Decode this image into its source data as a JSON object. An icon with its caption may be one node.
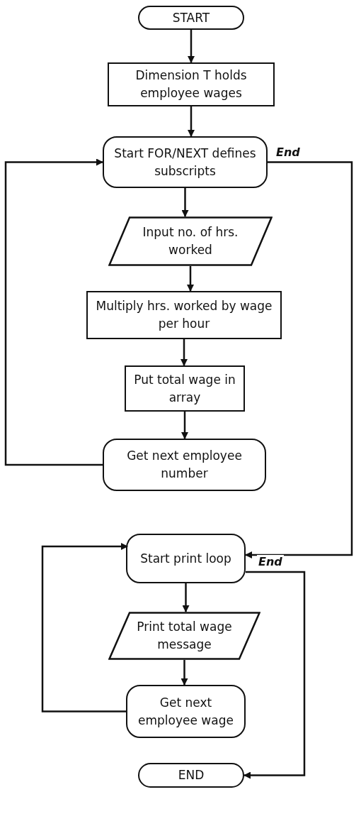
{
  "diagram": {
    "nodes": [
      {
        "text": [
          "START"
        ]
      },
      {
        "text": [
          "Dimension T holds employee wages"
        ]
      },
      {
        "text": [
          "Start FOR/NEXT defines subscripts"
        ]
      },
      {
        "text": [
          "Input no. of hrs. worked"
        ]
      },
      {
        "text": [
          "Multiply hrs. worked by wage per hour"
        ]
      },
      {
        "text": [
          "Put total wage in array"
        ]
      },
      {
        "text": [
          "Get next employee number"
        ]
      },
      {
        "text": [
          "Start print loop"
        ]
      },
      {
        "text": [
          "Print total wage message"
        ]
      },
      {
        "text": [
          "Get next employee wage"
        ]
      },
      {
        "text": [
          "END"
        ]
      }
    ],
    "edges": [
      {
        "from": 0,
        "to": 1,
        "arrow": "to"
      },
      {
        "from": 1,
        "to": 2,
        "arrow": "to"
      },
      {
        "from": 2,
        "to": 3,
        "arrow": "to"
      },
      {
        "from": 3,
        "to": 4,
        "arrow": "to"
      },
      {
        "from": 4,
        "to": 5,
        "arrow": "to"
      },
      {
        "from": 5,
        "to": 6,
        "arrow": "to"
      },
      {
        "from": 6,
        "to": 2,
        "arrow": "to"
      },
      {
        "from": 2,
        "to": 7,
        "arrow": "to",
        "label": "End"
      },
      {
        "from": 7,
        "to": 8,
        "arrow": "to"
      },
      {
        "from": 8,
        "to": 9,
        "arrow": "to"
      },
      {
        "from": 9,
        "to": 7,
        "arrow": "to"
      },
      {
        "from": 7,
        "to": 10,
        "arrow": "to",
        "label": "End"
      }
    ]
  }
}
